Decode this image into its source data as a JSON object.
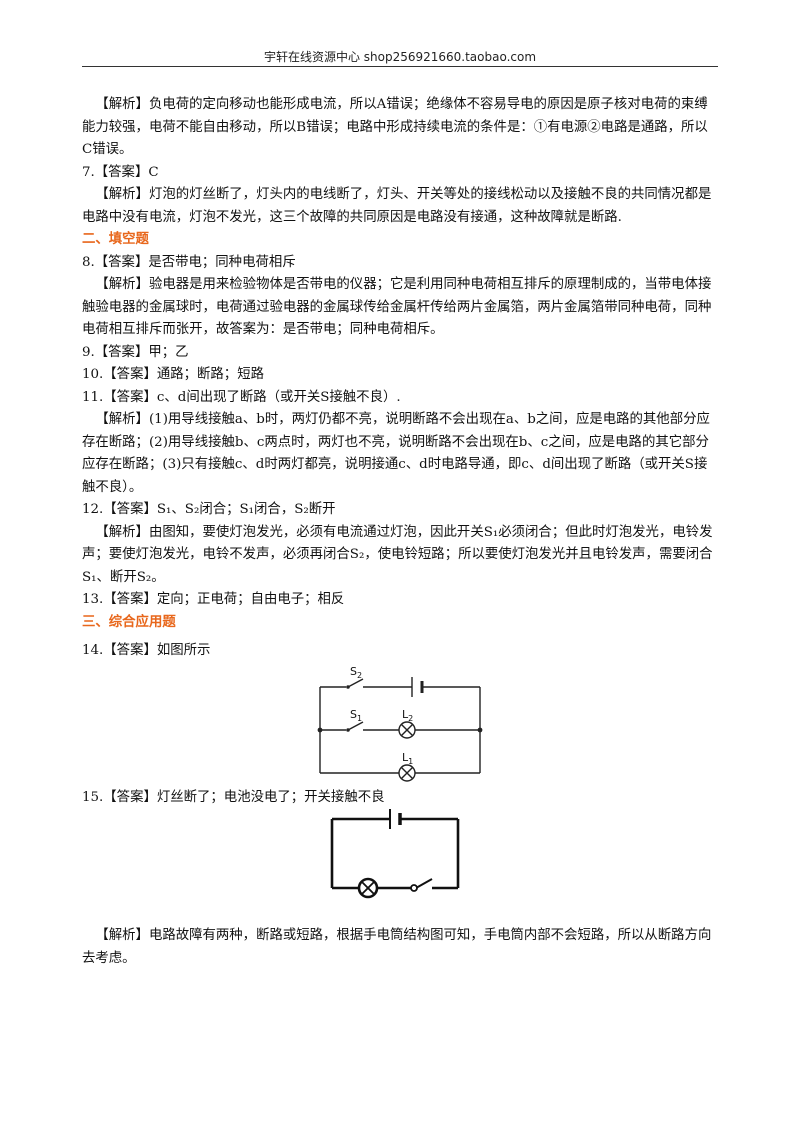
{
  "header": {
    "text": "宇轩在线资源中心   shop256921660.taobao.com"
  },
  "paragraphs": {
    "p1": "【解析】负电荷的定向移动也能形成电流，所以A错误；绝缘体不容易导电的原因是原子核对电荷的束缚能力较强，电荷不能自由移动，所以B错误；电路中形成持续电流的条件是：①有电源②电路是通路，所以C错误。",
    "p2": "7.【答案】C",
    "p3": "【解析】灯泡的灯丝断了，灯头内的电线断了，灯头、开关等处的接线松动以及接触不良的共同情况都是电路中没有电流，灯泡不发光，这三个故障的共同原因是电路没有接通，这种故障就是断路.",
    "section2": "二、填空题",
    "p4": "8.【答案】是否带电；同种电荷相斥",
    "p5": "【解析】验电器是用来检验物体是否带电的仪器；它是利用同种电荷相互排斥的原理制成的，当带电体接触验电器的金属球时，电荷通过验电器的金属球传给金属杆传给两片金属箔，两片金属箔带同种电荷，同种电荷相互排斥而张开，故答案为：是否带电；同种电荷相斥。",
    "p6": "9.【答案】甲；乙",
    "p7": "10.【答案】通路；断路；短路",
    "p8": "11.【答案】c、d间出现了断路（或开关S接触不良）.",
    "p9": "【解析】(1)用导线接触a、b时，两灯仍都不亮，说明断路不会出现在a、b之间，应是电路的其他部分应存在断路；(2)用导线接触b、c两点时，两灯也不亮，说明断路不会出现在b、c之间，应是电路的其它部分应存在断路；(3)只有接触c、d时两灯都亮，说明接通c、d时电路导通，即c、d间出现了断路（或开关S接触不良）。",
    "p10": "12.【答案】S₁、S₂闭合；S₁闭合，S₂断开",
    "p11": "【解析】由图知，要使灯泡发光，必须有电流通过灯泡，因此开关S₁必须闭合；但此时灯泡发光，电铃发声；要使灯泡发光，电铃不发声，必须再闭合S₂，使电铃短路；所以要使灯泡发光并且电铃发声，需要闭合S₁、断开S₂。",
    "p12": "13.【答案】定向；正电荷；自由电子；相反",
    "section3": "三、综合应用题",
    "p13": "14.【答案】如图所示",
    "p14": "15.【答案】灯丝断了；电池没电了；开关接触不良",
    "p15": "【解析】电路故障有两种，断路或短路，根据手电筒结构图可知，手电筒内部不会短路，所以从断路方向去考虑。"
  },
  "figure1": {
    "s2_label": "S",
    "s2_sub": "2",
    "s1_label": "S",
    "s1_sub": "1",
    "l2_label": "L",
    "l2_sub": "2",
    "l1_label": "L",
    "l1_sub": "1"
  }
}
